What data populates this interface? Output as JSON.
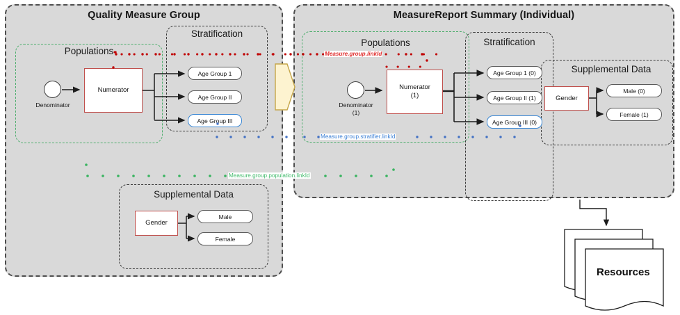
{
  "meta": {
    "colors": {
      "panel_fill": "#d9d9d9",
      "panel_border": "#4d4d4d",
      "green": "#4fae6e",
      "red_box": "#c0504d",
      "blue_pill": "#3a87d4",
      "red_dot": "#c00000",
      "blue_dot": "#4472c4",
      "green_dot": "#38b35f",
      "arrow_fill": "#fdf3d0",
      "arrow_stroke": "#c5a64a"
    }
  },
  "left_panel": {
    "title": "Quality Measure Group",
    "populations": {
      "title": "Populations",
      "denominator": {
        "label": "Denominator"
      },
      "numerator": {
        "label": "Numerator"
      }
    },
    "stratification": {
      "title": "Stratification",
      "items": [
        {
          "label": "Age Group 1",
          "style": "default"
        },
        {
          "label": "Age Group II",
          "style": "default"
        },
        {
          "label": "Age Group III",
          "style": "blue"
        }
      ]
    },
    "supplemental": {
      "title": "Supplemental Data",
      "source": {
        "label": "Gender"
      },
      "items": [
        {
          "label": "Male"
        },
        {
          "label": "Female"
        }
      ]
    }
  },
  "right_panel": {
    "title": "MeasureReport Summary (Individual)",
    "populations": {
      "title": "Populations",
      "denominator": {
        "label": "Denominator",
        "count": "(1)"
      },
      "numerator": {
        "label": "Numerator",
        "count": "(1)"
      }
    },
    "stratification": {
      "title": "Stratification",
      "items": [
        {
          "label": "Age Group 1 (0)",
          "style": "default"
        },
        {
          "label": "Age Group II (1)",
          "style": "default"
        },
        {
          "label": "Age Group III (0)",
          "style": "blue"
        }
      ]
    },
    "supplemental": {
      "title": "Supplemental Data",
      "source": {
        "label": "Gender"
      },
      "items": [
        {
          "label": "Male (0)"
        },
        {
          "label": "Female (1)"
        }
      ]
    }
  },
  "annotations": {
    "group_linkid": "Measure.group.linkId",
    "stratifier_linkid": "Measure.group.stratifier.linkId",
    "population_linkid": "Measure.group.population.linkId"
  },
  "resources": {
    "label": "Resources"
  }
}
